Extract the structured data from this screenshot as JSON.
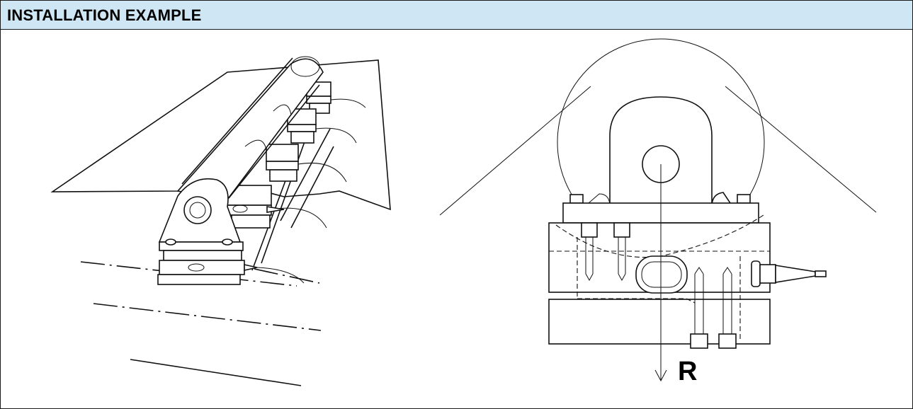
{
  "header": {
    "title": "INSTALLATION EXAMPLE"
  },
  "diagram": {
    "force_label": "R"
  },
  "colors": {
    "header_bg": "#cfe6f5",
    "line": "#111111",
    "border": "#1a1a1a"
  },
  "icons": {
    "arrow": "force-arrow-down"
  }
}
